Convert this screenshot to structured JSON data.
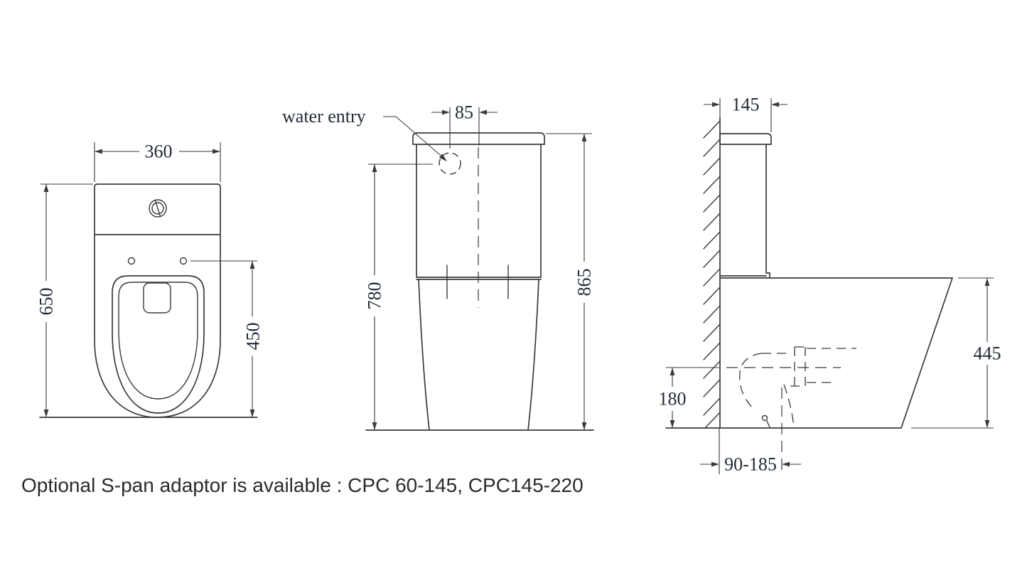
{
  "page": {
    "background": "#ffffff"
  },
  "drawing": {
    "note": "Optional S-pan adaptor is available : CPC 60-145, CPC145-220",
    "colors": {
      "line": "#3a3a3a",
      "dim_text": "#222a38",
      "note_text": "#2b2b2b",
      "background": "#ffffff"
    },
    "front_view": {
      "width": "360",
      "overall_height": "650",
      "seat_hole_height": "450"
    },
    "front_elevation": {
      "water_entry_label": "water entry",
      "water_entry_offset": "85",
      "water_entry_height": "780",
      "overall_height": "865"
    },
    "side_view": {
      "cistern_depth": "145",
      "pan_height": "445",
      "outlet_height": "180",
      "outlet_setout_range": "90-185"
    }
  }
}
